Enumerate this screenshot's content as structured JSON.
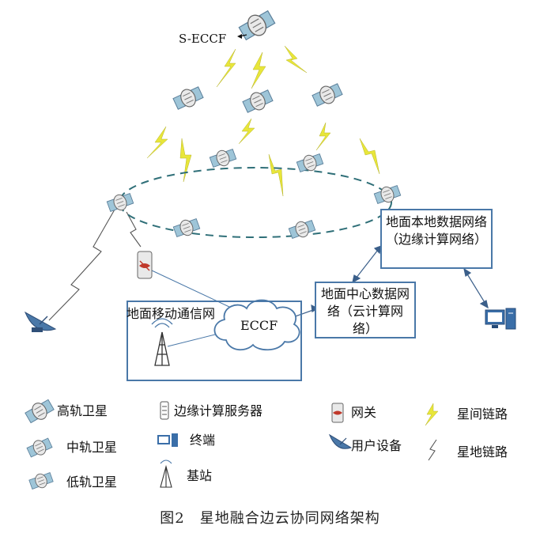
{
  "diagram": {
    "geo_label": "S-ECCF",
    "boxes": {
      "local_data_network": "地面本地数据网络（边缘计算网络）",
      "center_data_network": "地面中心数据网络（云计算网络）",
      "mobile_network": "地面移动通信网",
      "cloud": "ECCF"
    }
  },
  "legend": {
    "geo_satellite": "高轨卫星",
    "meo_satellite": "中轨卫星",
    "leo_satellite": "低轨卫星",
    "edge_server": "边缘计算服务器",
    "terminal": "终端",
    "base_station": "基站",
    "gateway": "网关",
    "user_device": "用户设备",
    "isl": "星间链路",
    "sgl": "星地链路"
  },
  "caption": "图2　星地融合边云协同网络架构",
  "colors": {
    "box_border": "#4a78a8",
    "orbit": "#2f6f78",
    "link_yellow": "#e8e63a",
    "satellite_panel": "#9ec5d8"
  }
}
